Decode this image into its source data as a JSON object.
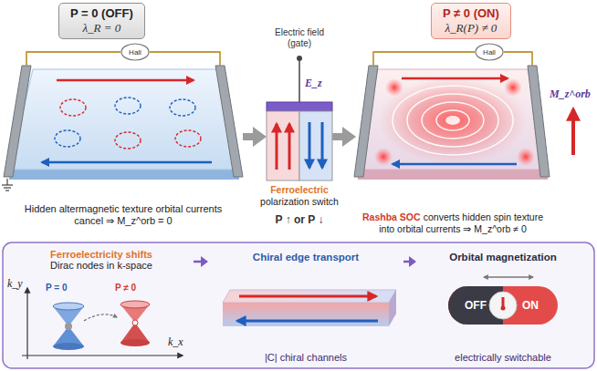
{
  "diagram": {
    "nodes": [
      {
        "text": [
          "P = 0 (OFF)",
          "λ_R = 0"
        ]
      },
      {
        "text": [
          "Hall"
        ]
      },
      {
        "text": [
          "Hidden altermagnetic texture orbital currents cancel ⇒ M_z^orb = 0"
        ]
      },
      {
        "text": [
          "Ferroelectric",
          "polarization switch",
          "P ↑ or P ↓"
        ]
      },
      {
        "text": [
          "P ≠ 0 (ON)",
          "λ_R(P) ≠ 0"
        ]
      },
      {
        "text": [
          "Hall"
        ]
      },
      {
        "text": [
          "Rashba SOC",
          "converts hidden spin texture into orbital currents ⇒ M_z^orb ≠ 0"
        ]
      },
      {
        "text": [
          "Ferroelectricity shifts",
          "Dirac nodes in k-space"
        ]
      },
      {
        "text": [
          "Chiral edge transport",
          "|C| chiral channels"
        ]
      },
      {
        "text": [
          "Orbital magnetization",
          "electrically switchable"
        ]
      },
      {
        "text": [
          "OFF",
          "ON"
        ],
        "in": 9
      }
    ],
    "edges": [
      {
        "from": 1,
        "to": 2,
        "arrow": "none"
      },
      {
        "from": 1,
        "to": 2,
        "arrow": "none"
      },
      {
        "from": 2,
        "to": 3,
        "arrow": "to"
      },
      {
        "from": 3,
        "to": 6,
        "arrow": "to"
      },
      {
        "from": 5,
        "to": 6,
        "arrow": "none"
      },
      {
        "from": 5,
        "to": 6,
        "arrow": "none"
      },
      {
        "from": 7,
        "to": 8,
        "arrow": "to"
      },
      {
        "from": 8,
        "to": 9,
        "arrow": "to"
      }
    ],
    "labels": [
      "Electric field (gate)",
      "E_z",
      "M_z^orb",
      "k_y",
      "k_x",
      "P = 0",
      "P ≠ 0"
    ]
  }
}
